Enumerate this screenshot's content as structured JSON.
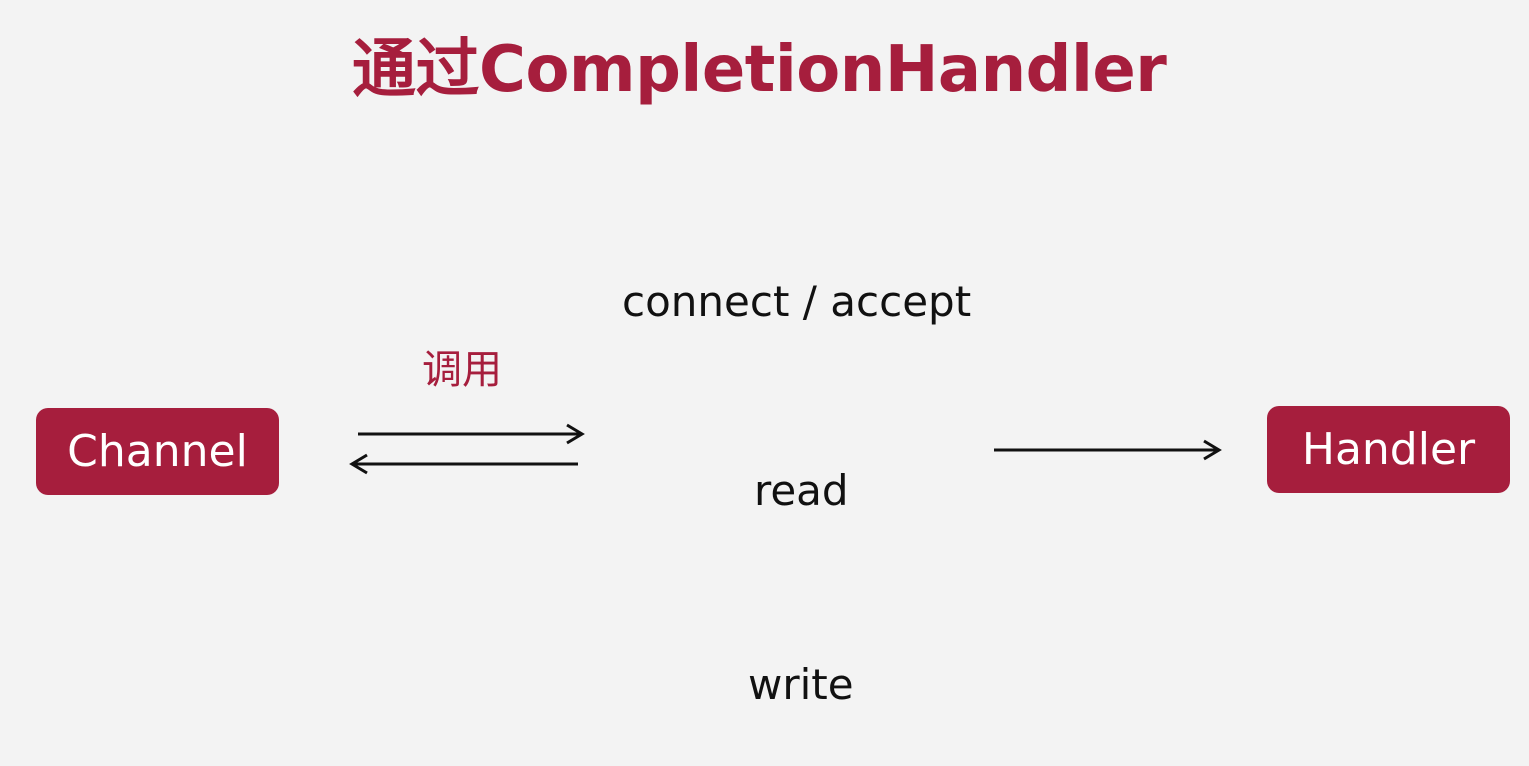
{
  "title": "通过CompletionHandler",
  "nodes": {
    "channel": "Channel",
    "handler": "Handler"
  },
  "call_label": "调用",
  "operations": {
    "connect": "connect / accept",
    "read": "read",
    "write": "write"
  },
  "colors": {
    "accent": "#a61e3d",
    "background": "#f3f3f3",
    "text": "#111111",
    "node_text": "#ffffff"
  }
}
